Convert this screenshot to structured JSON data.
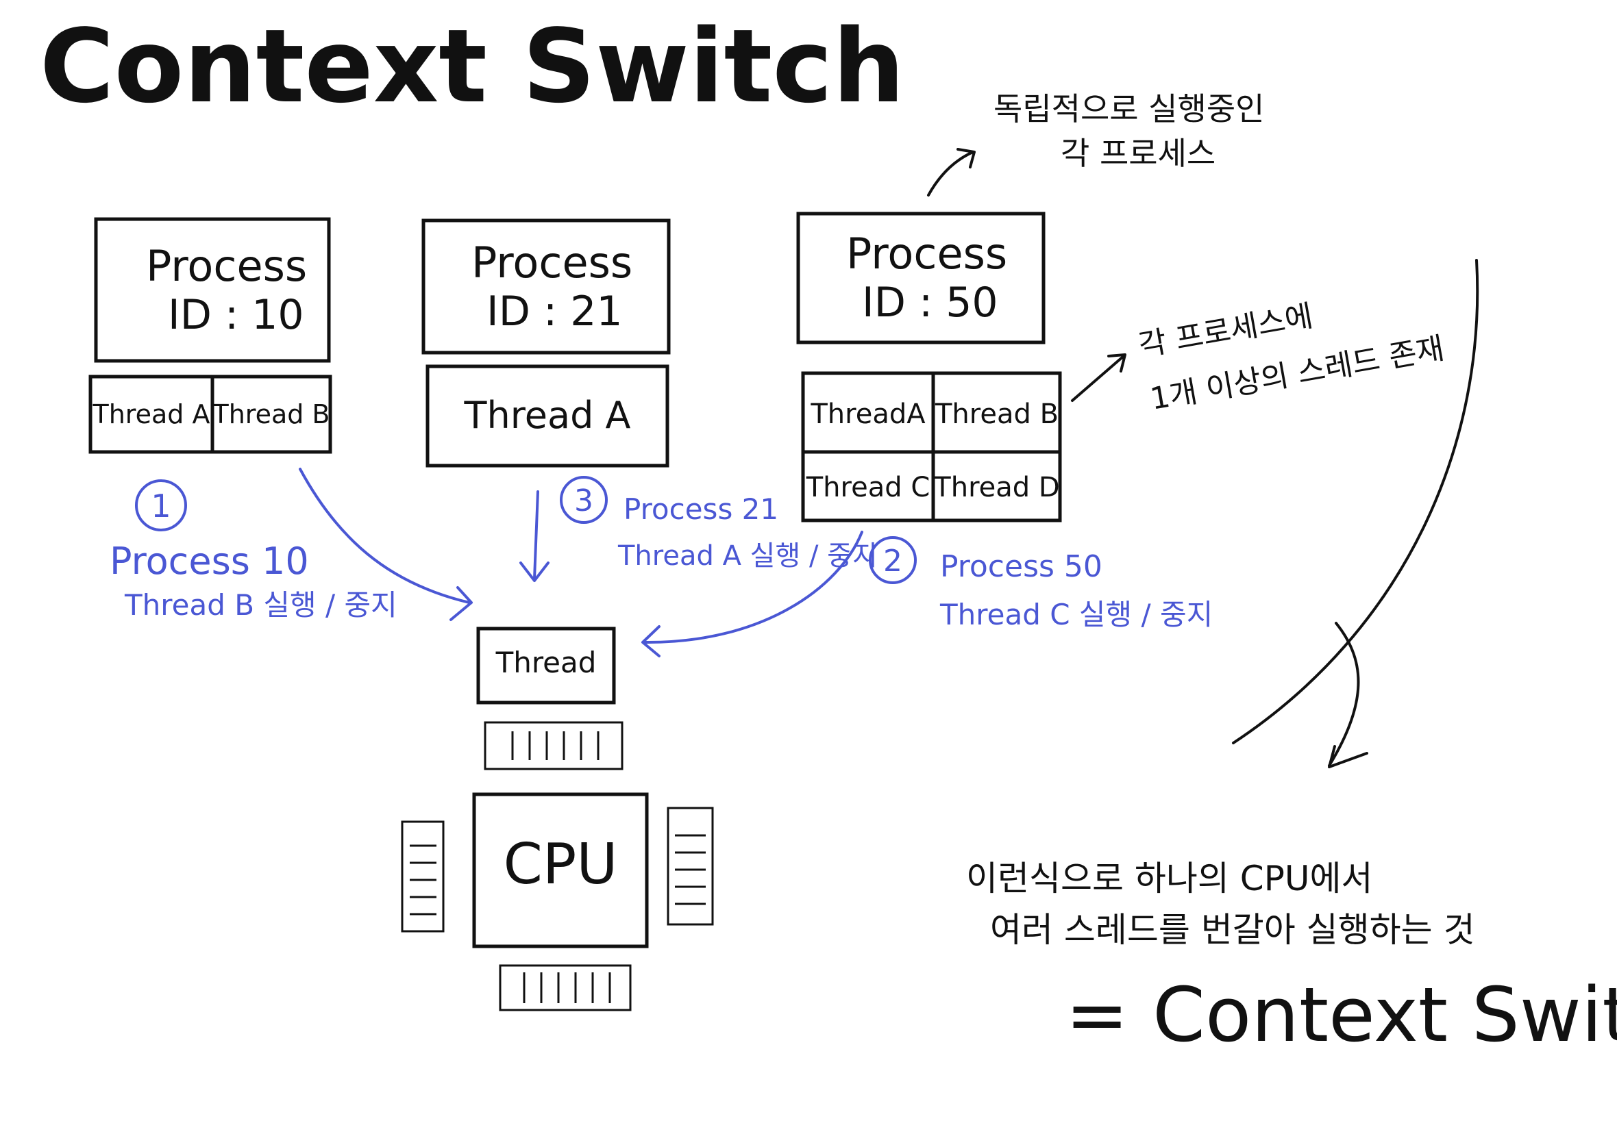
{
  "title": "Context Switch",
  "processes": [
    {
      "label": "Process",
      "id_label": "ID : 10",
      "threads": [
        "Thread A",
        "Thread B"
      ]
    },
    {
      "label": "Process",
      "id_label": "ID : 21",
      "threads": [
        "Thread A"
      ]
    },
    {
      "label": "Process",
      "id_label": "ID : 50",
      "threads": [
        "ThreadA",
        "Thread B",
        "Thread C",
        "Thread D"
      ]
    }
  ],
  "notes": {
    "independent_line1": "독립적으로 실행중인",
    "independent_line2": "각 프로세스",
    "threads_line1": "각 프로세스에",
    "threads_line2": "1개 이상의 스레드 존재"
  },
  "steps": [
    {
      "number": "1",
      "process": "Process 10",
      "action": "Thread B 실행 / 중지"
    },
    {
      "number": "2",
      "process": "Process 50",
      "action": "Thread C 실행 / 중지"
    },
    {
      "number": "3",
      "process": "Process 21",
      "action": "Thread A 실행 / 중지"
    }
  ],
  "cpu_area": {
    "thread_label": "Thread",
    "cpu_label": "CPU"
  },
  "conclusion": {
    "line1": "이런식으로 하나의 CPU에서",
    "line2": "여러 스레드를 번갈아 실행하는 것",
    "line3": "= Context Switch."
  },
  "colors": {
    "ink": "#111111",
    "annotation": "#4a57d4",
    "background": "#ffffff"
  }
}
